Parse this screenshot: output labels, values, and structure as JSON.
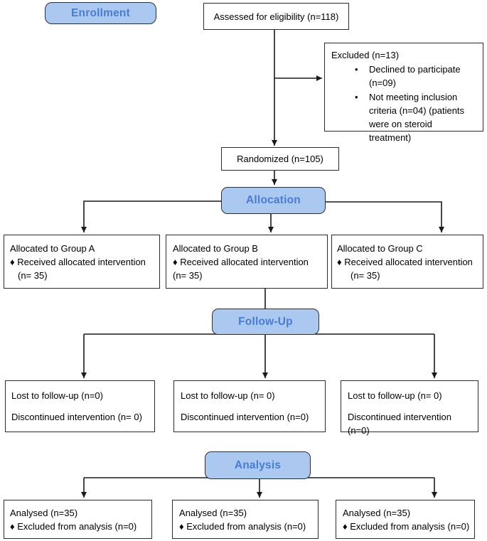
{
  "stages": {
    "enrollment": "Enrollment",
    "allocation": "Allocation",
    "followup": "Follow-Up",
    "analysis": "Analysis"
  },
  "enrollment": {
    "assessed": "Assessed for eligibility (n=118)",
    "excluded_title": "Excluded (n=13)",
    "bullet_char": "•",
    "excluded_bullets": [
      "Declined to participate (n=09)",
      "Not meeting inclusion criteria (n=04) (patients were on steroid treatment)"
    ],
    "randomized": "Randomized (n=105)"
  },
  "allocation_boxes": [
    {
      "title": "Allocated to Group A",
      "bullet": "♦ Received allocated intervention",
      "n": "(n= 35)"
    },
    {
      "title": "Allocated to Group B",
      "bullet": "♦ Received allocated intervention",
      "n": "(n= 35)"
    },
    {
      "title": "Allocated to Group C",
      "bullet": "♦ Received allocated intervention",
      "n": "(n= 35)"
    }
  ],
  "followup_boxes": [
    {
      "lost": "Lost to follow-up (n=0)",
      "discontinued": "Discontinued intervention (n= 0)"
    },
    {
      "lost": "Lost to follow-up (n= 0)",
      "discontinued": "Discontinued intervention (n=0)"
    },
    {
      "lost": "Lost to follow-up (n= 0)",
      "discontinued": "Discontinued intervention (n=0)"
    }
  ],
  "analysis_boxes": [
    {
      "analysed": "Analysed (n=35)",
      "excluded": "♦ Excluded from analysis (n=0)"
    },
    {
      "analysed": "Analysed (n=35)",
      "excluded": "♦ Excluded from analysis (n=0)"
    },
    {
      "analysed": "Analysed (n=35)",
      "excluded": "♦ Excluded from analysis (n=0)"
    }
  ],
  "colors": {
    "badge_fill": "#abc8f1",
    "badge_text": "#4a7cd0",
    "box_border": "#2b2b2b",
    "line": "#1a1a1a"
  }
}
